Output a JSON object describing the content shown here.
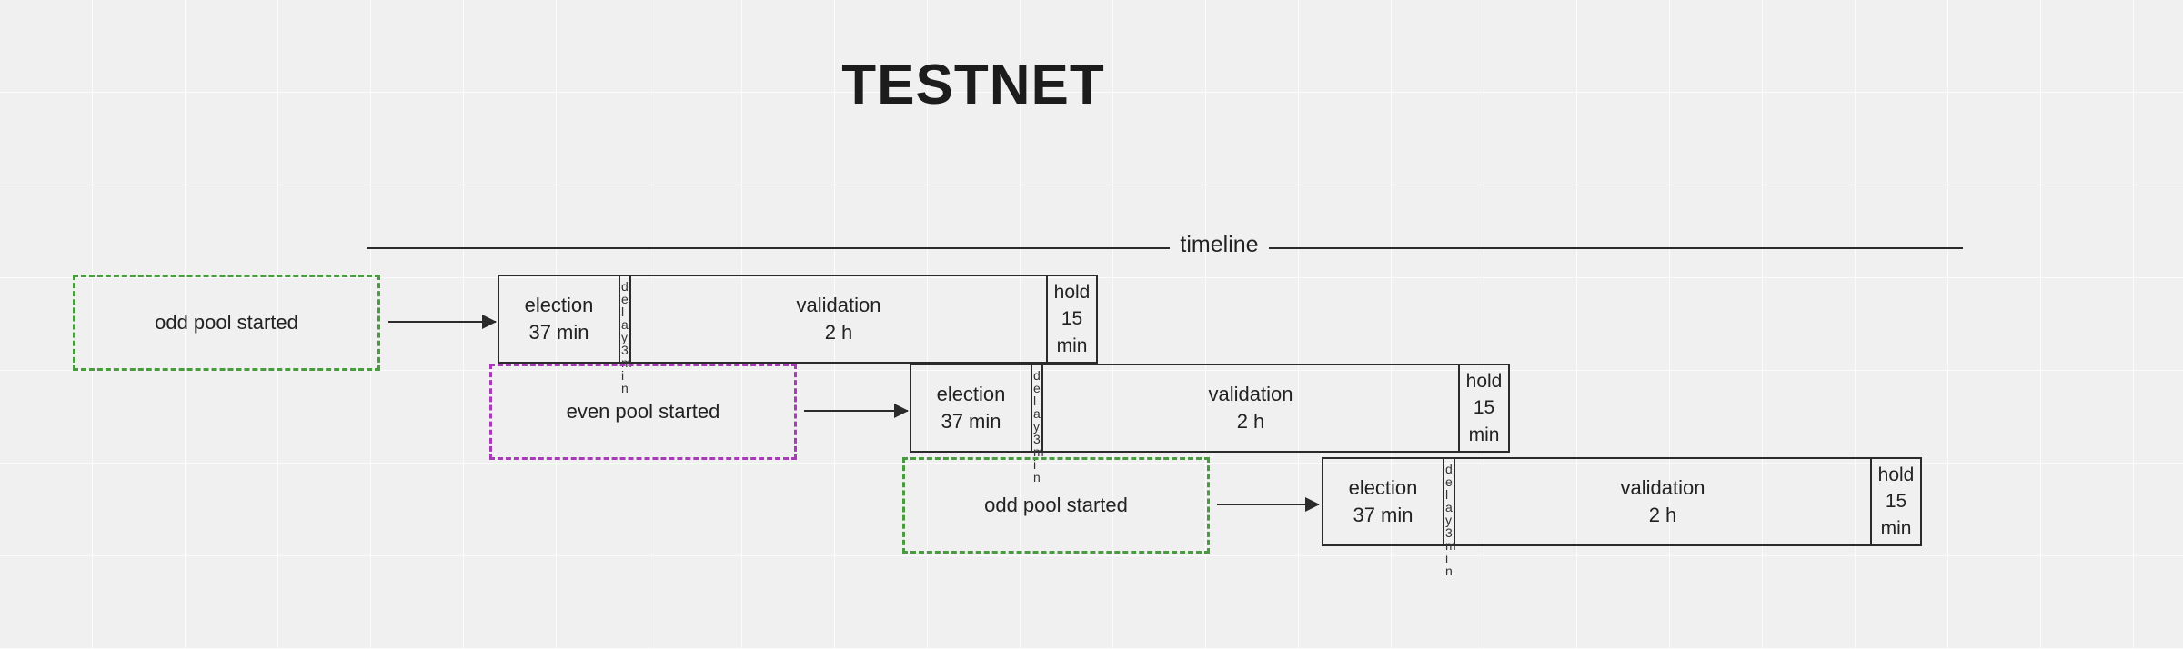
{
  "page": {
    "title": "TESTNET",
    "background_color": "#f0f0f0",
    "line_color": "#2b2b2b"
  },
  "timeline": {
    "label": "timeline"
  },
  "colors": {
    "green_dashed": "#4a9a3f",
    "purple_dashed": "#a83bb8",
    "stroke": "#2b2b2b",
    "text": "#222222"
  },
  "rows": [
    {
      "trigger": {
        "label": "odd pool started",
        "style": "green"
      },
      "stages": [
        {
          "name": "election",
          "duration": "37 min"
        },
        {
          "name": "delay",
          "duration": "3 min"
        },
        {
          "name": "validation",
          "duration": "2 h"
        },
        {
          "name": "hold",
          "duration": "15 min"
        }
      ]
    },
    {
      "trigger": {
        "label": "even pool started",
        "style": "purple"
      },
      "stages": [
        {
          "name": "election",
          "duration": "37 min"
        },
        {
          "name": "delay",
          "duration": "3 min"
        },
        {
          "name": "validation",
          "duration": "2 h"
        },
        {
          "name": "hold",
          "duration": "15 min"
        }
      ]
    },
    {
      "trigger": {
        "label": "odd pool started",
        "style": "green"
      },
      "stages": [
        {
          "name": "election",
          "duration": "37 min"
        },
        {
          "name": "delay",
          "duration": "3 min"
        },
        {
          "name": "validation",
          "duration": "2 h"
        },
        {
          "name": "hold",
          "duration": "15 min"
        }
      ]
    }
  ]
}
